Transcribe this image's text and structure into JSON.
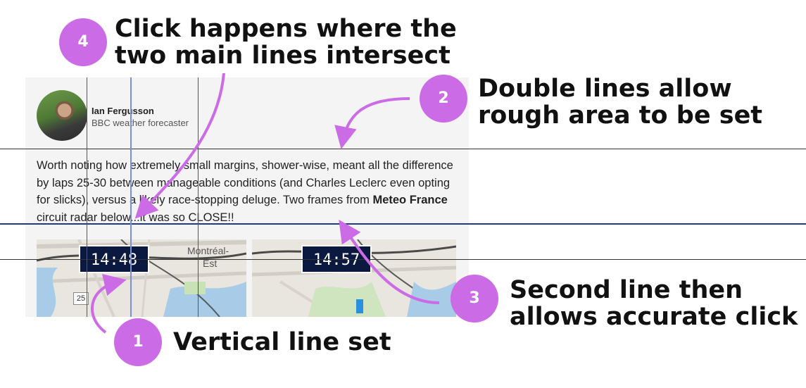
{
  "post": {
    "author_name": "Ian Fergusson",
    "author_role": "BBC weather forecaster",
    "text_part1": "Worth noting how extremely small margins, shower-wise, meant all the difference by laps 25-30 between manageable conditions (and Charles Leclerc even opting for slicks), versus a likely race-stopping deluge. Two frames from ",
    "text_bold": "Meteo France",
    "text_part2": " circuit radar below...it was so CLOSE!!"
  },
  "maps": [
    {
      "time": "14:48",
      "label_1": "Montréal-",
      "label_2": "Est",
      "road": "25"
    },
    {
      "time": "14:57"
    }
  ],
  "annotations": [
    {
      "number": "1",
      "text": "Vertical line set"
    },
    {
      "number": "2",
      "text_line1": "Double lines allow",
      "text_line2": "rough area to be set"
    },
    {
      "number": "3",
      "text_line1": "Second line then",
      "text_line2": "allows  accurate click"
    },
    {
      "number": "4",
      "text_line1": "Click happens where the",
      "text_line2": "two main lines intersect"
    }
  ],
  "colors": {
    "accent": "#cb6ce6",
    "guide_line": "#333333",
    "main_line_horizontal": "#1f3a8a",
    "main_line_vertical": "#7b8fd6",
    "timestamp_bg": "#0b1840"
  }
}
